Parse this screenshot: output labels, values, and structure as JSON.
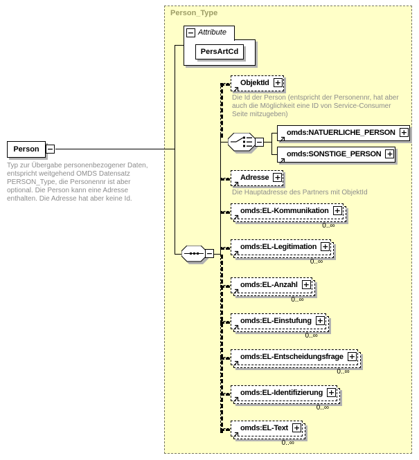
{
  "icons": {
    "collapse": "−",
    "expand": "+"
  },
  "diagram": {
    "container_title": "Person_Type",
    "person": {
      "label": "Person",
      "annotation": "Typ zur Übergabe personenbezogener Daten, entspricht weitgehend OMDS Datensatz PERSON_Type, die Personennr ist aber optional. Die Person kann eine Adresse enthalten. Die Adresse hat aber keine Id."
    },
    "attributes": {
      "section_label": "Attribute",
      "name": "PersArtCd"
    },
    "elements": {
      "objektid": {
        "label": "ObjektId",
        "annotation": "Die Id der Person (entspricht der Personennr, hat aber auch die Möglichkeit eine ID von Service-Consumer Seite mitzugeben)"
      },
      "natuerliche_person": {
        "label": "omds:NATUERLICHE_PERSON"
      },
      "sonstige_person": {
        "label": "omds:SONSTIGE_PERSON"
      },
      "adresse": {
        "label": "Adresse",
        "annotation": "Die Hauptadresse des Partners mit ObjektId"
      }
    },
    "repeating": [
      {
        "label": "omds:EL-Kommunikation",
        "occurrence": "0..∞"
      },
      {
        "label": "omds:EL-Legitimation",
        "occurrence": "0..∞"
      },
      {
        "label": "omds:EL-Anzahl",
        "occurrence": "0..∞"
      },
      {
        "label": "omds:EL-Einstufung",
        "occurrence": "0..∞"
      },
      {
        "label": "omds:EL-Entscheidungsfrage",
        "occurrence": "0..∞"
      },
      {
        "label": "omds:EL-Identifizierung",
        "occurrence": "0..∞"
      },
      {
        "label": "omds:EL-Text",
        "occurrence": "0..∞"
      }
    ]
  }
}
